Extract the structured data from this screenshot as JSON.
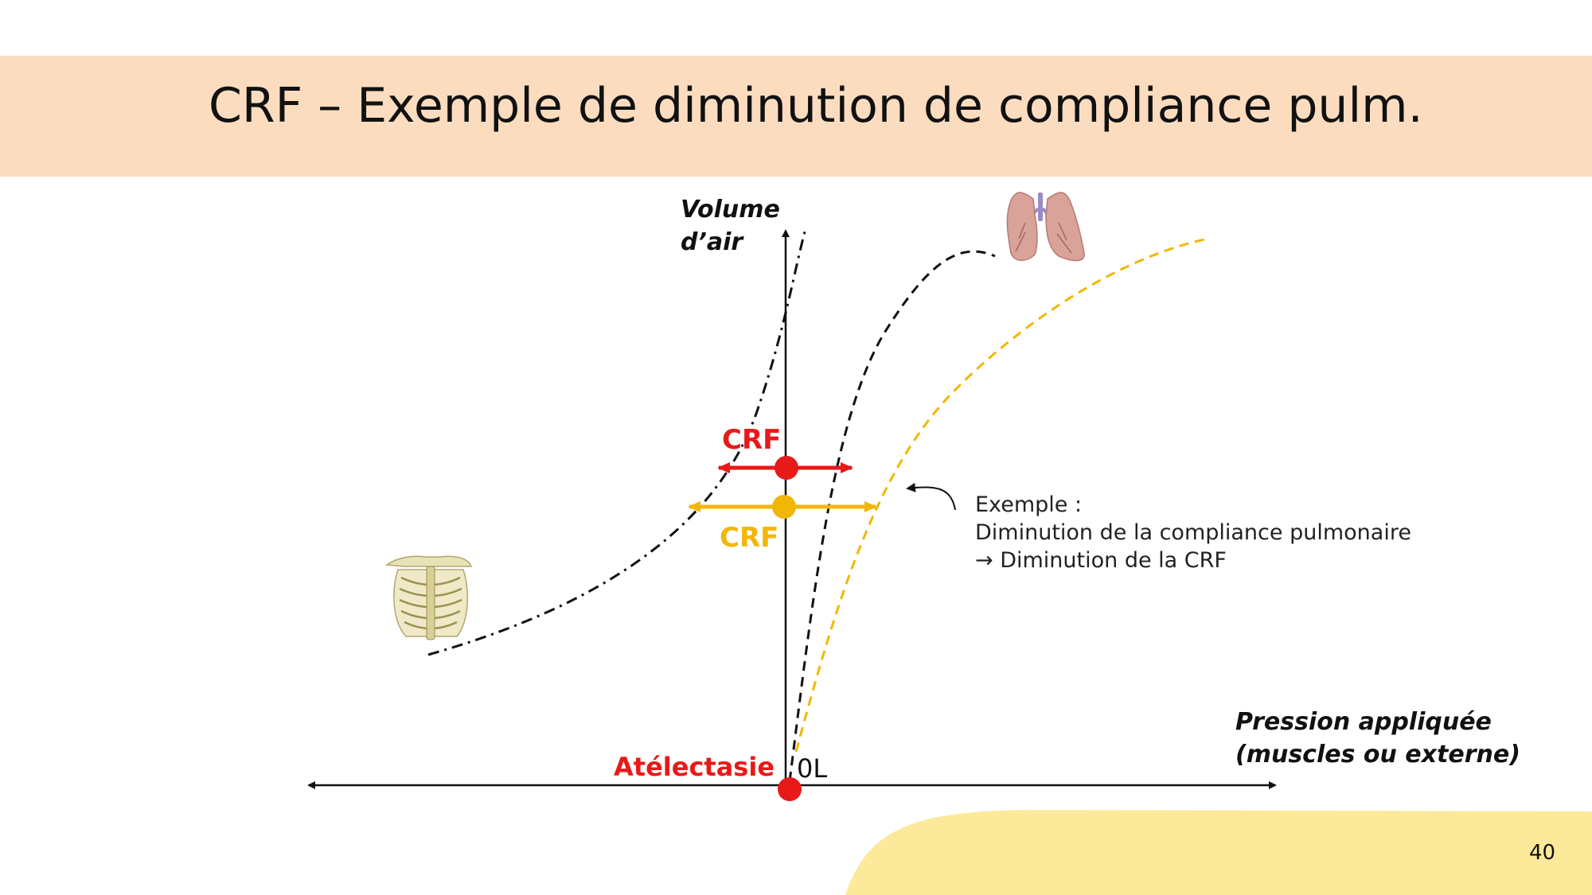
{
  "slide": {
    "title": "CRF – Exemple de diminution de compliance pulm.",
    "page_number": "40"
  },
  "axes": {
    "y_label_line1": "Volume",
    "y_label_line2": "d’air",
    "x_label_line1": "Pression appliquée",
    "x_label_line2": "(muscles ou externe)",
    "origin_label": "0L"
  },
  "markers": {
    "crf_normal_label": "CRF",
    "crf_reduced_label": "CRF",
    "atelectasis_label": "Atélectasie"
  },
  "annotation": {
    "line1": "Exemple :",
    "line2": "Diminution de la compliance pulmonaire",
    "line3": "→ Diminution de la CRF"
  },
  "colors": {
    "title_band": "#fcdcbf",
    "red": "#e81919",
    "yellow": "#f2b705",
    "blob": "#fde99a"
  },
  "icons": {
    "lungs": "lungs-icon",
    "ribcage": "ribcage-icon"
  }
}
